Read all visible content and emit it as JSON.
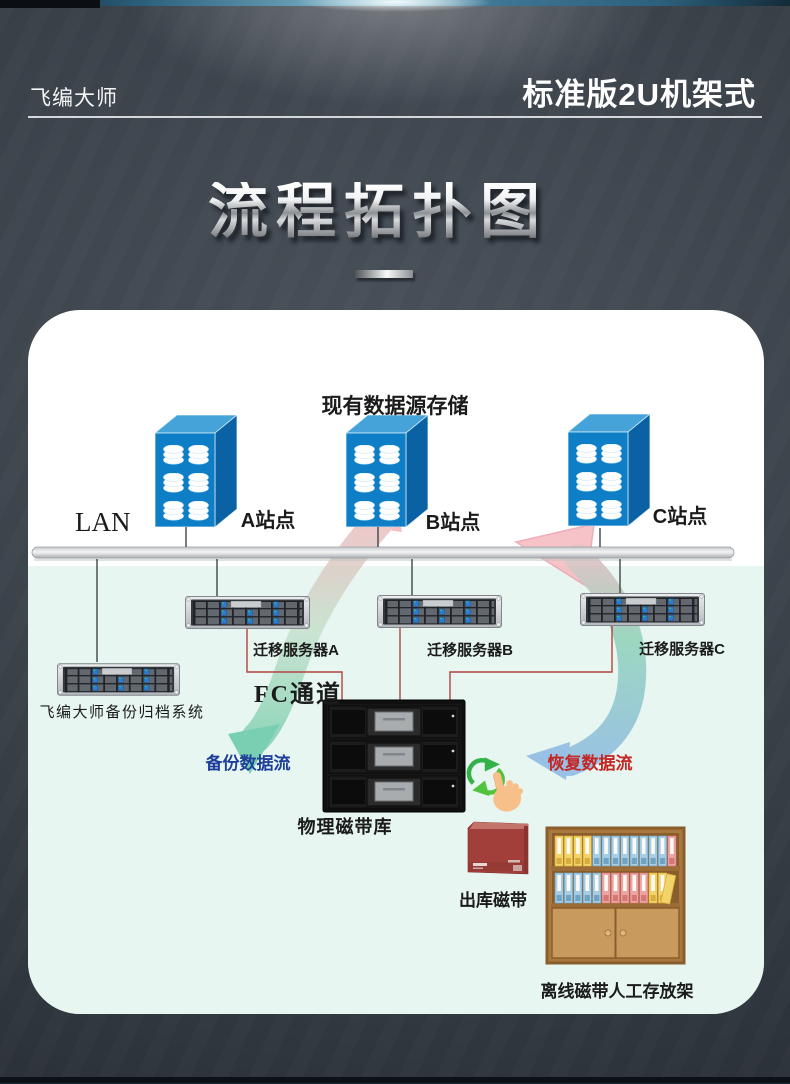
{
  "page": {
    "header": {
      "brand": "飞编大师",
      "product": "标准版2U机架式"
    },
    "hero_title": "流程拓扑图"
  },
  "diagram": {
    "data_source_title": "现有数据源存储",
    "lan_label": "LAN",
    "sites": [
      {
        "label": "A站点"
      },
      {
        "label": "B站点"
      },
      {
        "label": "C站点"
      }
    ],
    "migration_servers": [
      {
        "label": "迁移服务器A"
      },
      {
        "label": "迁移服务器B"
      },
      {
        "label": "迁移服务器C"
      }
    ],
    "backup_system_label": "飞编大师备份归档系统",
    "fc_channel_label": "FC通道",
    "flows": {
      "backup": {
        "label": "备份数据流",
        "color": "#1d3f9a"
      },
      "restore": {
        "label": "恢复数据流",
        "color": "#c42723"
      }
    },
    "tape_library_label": "物理磁带库",
    "exported_tape_label": "出库磁带",
    "offline_shelf_label": "离线磁带人工存放架",
    "colors": {
      "page_background": "#3a4149",
      "card_background": "#ffffff",
      "mint_background": "#e7f6f1",
      "site_tower_blue": "#0e7fc7",
      "lan_bar": "#d7dadd",
      "network_connector": "#4a4f54",
      "fc_connector_red": "#b2443f",
      "tape_library_black": "#141414",
      "tape_cartridge_red": "#a23f3a",
      "cabinet_wood": "#a9783f",
      "backup_arrow_green": "#6fcbaa",
      "restore_arrow_pink": "#f5b9c0"
    }
  }
}
